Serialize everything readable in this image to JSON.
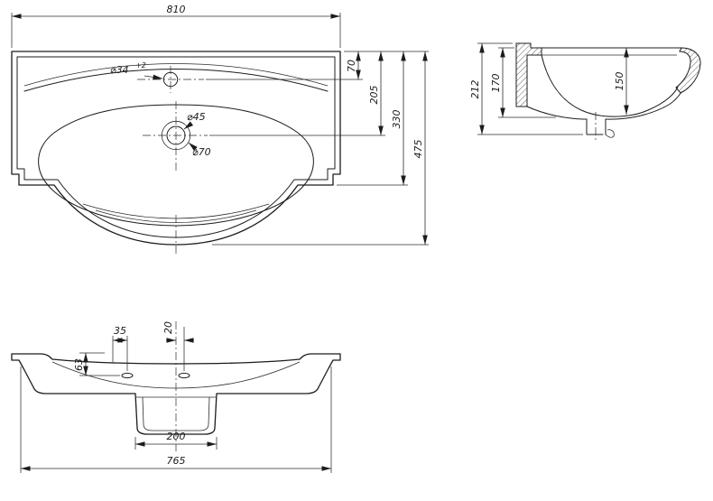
{
  "plan_view": {
    "dim_width": "810",
    "dim_faucet_from_back": "70",
    "dim_drain_from_back": "205",
    "dim_side_depth": "330",
    "dim_total_depth": "475",
    "label_faucet_hole": "⌀34",
    "label_faucet_hole_tolerance": "+2",
    "label_drain_hole": "⌀45",
    "label_drain_recess": "⌀70"
  },
  "section_view": {
    "dim_total_height": "212",
    "dim_height_to_rim": "170",
    "dim_bowl_depth": "150"
  },
  "front_view": {
    "dim_hole_spacing": "35",
    "dim_overflow_offset": "20",
    "dim_hole_drop": "63",
    "dim_trap_width": "200",
    "dim_body_width": "765"
  }
}
